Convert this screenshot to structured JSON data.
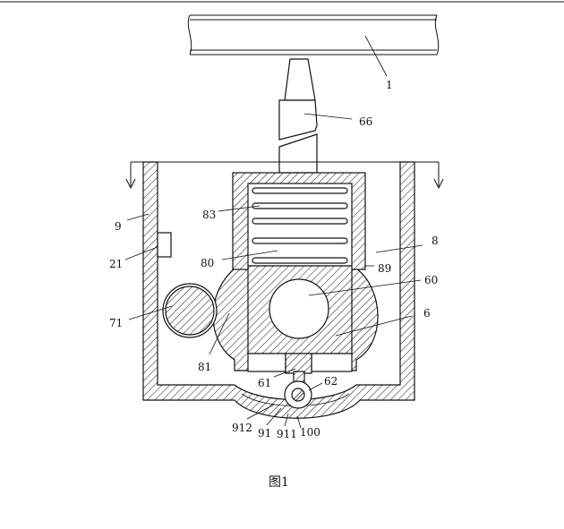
{
  "caption": "图1",
  "labels": {
    "l1": "1",
    "l66": "66",
    "l9": "9",
    "l83": "83",
    "l8": "8",
    "l21": "21",
    "l80": "80",
    "l89": "89",
    "l60": "60",
    "l71": "71",
    "l6": "6",
    "l81": "81",
    "l61": "61",
    "l62": "62",
    "l912": "912",
    "l91": "91",
    "l911": "911",
    "l100": "100"
  }
}
